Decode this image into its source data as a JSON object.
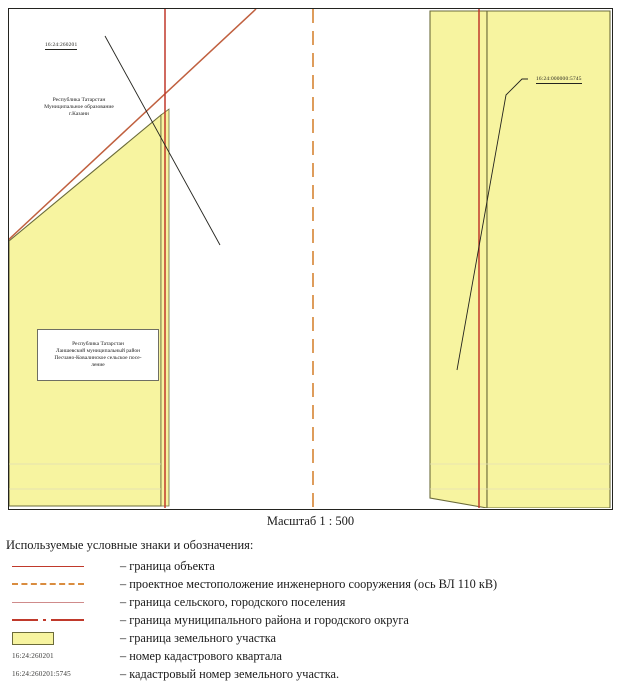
{
  "document": {
    "type": "cadastral-plan",
    "scale_caption": "Масштаб 1 : 500"
  },
  "map": {
    "labels": {
      "cadastral_quarter_left": "16:24:260201",
      "cadastral_parcel_right": "16:24:000000:5745",
      "municipality_kazan": {
        "line1": "Республика Татарстан",
        "line2": "Муниципальное образование",
        "line3": "г.Казани"
      },
      "settlement_laishevsky": {
        "line1": "Республика Татарстан",
        "line2": "Лаишевский муниципальный район",
        "line3": "Песчано-Ковалинское сельское посе-",
        "line4": "ление"
      }
    },
    "colors": {
      "parcel_fill": "#f7f4a0",
      "parcel_border": "#6b6b3a",
      "object_boundary": "#c0392b",
      "engineering_axis": "#d98c3f",
      "settlement_boundary": "#cf8b8b",
      "district_boundary": "#c0392b",
      "frame": "#23231f",
      "leader_line": "#24241f"
    }
  },
  "legend": {
    "title": "Используемые условные знаки и обозначения:",
    "rows": [
      {
        "symbol": "solid-red-line",
        "text": "– граница объекта"
      },
      {
        "symbol": "dashed-orange-line",
        "text": "– проектное местоположение инженерного сооружения (ось ВЛ 110 кВ)"
      },
      {
        "symbol": "solid-pink-line",
        "text": "– граница сельского, городского поселения"
      },
      {
        "symbol": "dash-dot-red-line",
        "text": "– граница муниципального района и городского округа"
      },
      {
        "symbol": "yellow-parcel-swatch",
        "text": "– граница земельного участка"
      },
      {
        "symbol": "cadastral-quarter-number",
        "sample": "16:24:260201",
        "text": "– номер кадастрового квартала"
      },
      {
        "symbol": "cadastral-parcel-number",
        "sample": "16:24:260201:5745",
        "text": "– кадастровый номер земельного участка."
      }
    ]
  }
}
